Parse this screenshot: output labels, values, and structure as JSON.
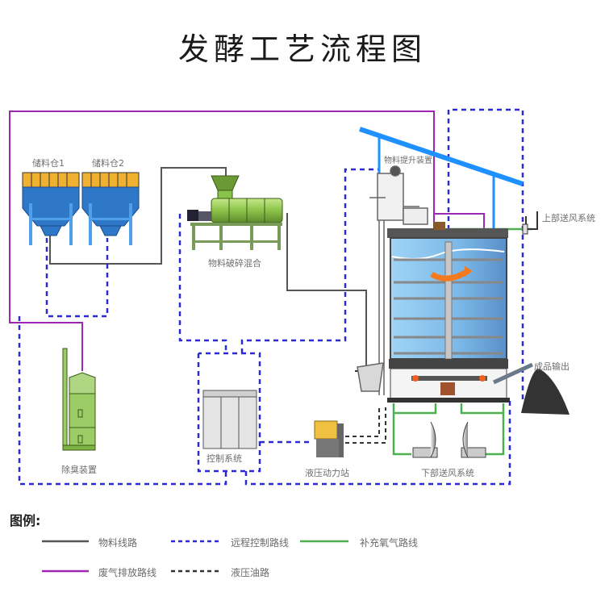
{
  "title": "发酵工艺流程图",
  "components": {
    "silo1": "储料仓1",
    "silo2": "储料仓2",
    "crusher_mixer": "物料破碎混合",
    "hoist": "物料提升装置",
    "upper_air": "上部送风系统",
    "product_output": "成品输出",
    "deodorizer": "除臭装置",
    "control_system": "控制系统",
    "hydraulic_station": "液压动力站",
    "lower_air": "下部送风系统"
  },
  "legend": {
    "title": "图例:",
    "items": [
      {
        "label": "物料线路",
        "style": "solid",
        "color": "#555555"
      },
      {
        "label": "远程控制路线",
        "style": "dashed",
        "color": "#2a2ad6"
      },
      {
        "label": "补充氧气路线",
        "style": "solid",
        "color": "#4caf50"
      },
      {
        "label": "废气排放路线",
        "style": "solid",
        "color": "#9c27b0"
      },
      {
        "label": "液压油路",
        "style": "dashed",
        "color": "#333333"
      }
    ]
  },
  "colors": {
    "material_line": "#555555",
    "control_line": "#2a2ad6",
    "oxygen_line": "#4caf50",
    "exhaust_line": "#9c27b0",
    "hydraulic_line": "#333333",
    "silo_blue": "#2f78c8",
    "silo_yellow": "#f0b030",
    "machine_green": "#8bc34a",
    "roof_blue": "#1e90ff"
  }
}
